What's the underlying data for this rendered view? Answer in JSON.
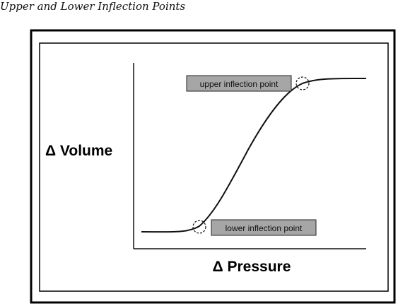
{
  "caption": "Upper and Lower Inflection Points",
  "diagram": {
    "y_axis_label": "Δ Volume",
    "x_axis_label": "Δ Pressure",
    "callouts": {
      "upper": "upper inflection point",
      "lower": "lower inflection point"
    },
    "colors": {
      "curve": "#111111",
      "frame": "#000000",
      "callout_fill": "#a6a6a6",
      "callout_text": "#111111"
    }
  }
}
